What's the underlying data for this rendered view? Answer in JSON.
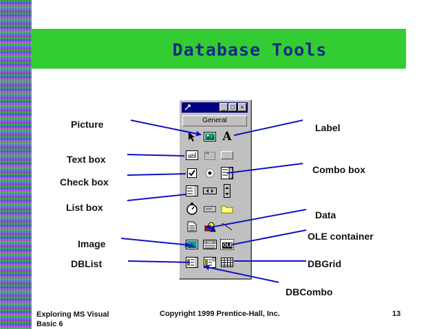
{
  "title": "Database Tools",
  "labels": {
    "picture": "Picture",
    "text_box": "Text box",
    "check_box": "Check box",
    "list_box": "List box",
    "image": "Image",
    "dblist": "DBList",
    "label": "Label",
    "combo_box": "Combo box",
    "data": "Data",
    "ole_container": "OLE container",
    "dbgrid": "DBGrid",
    "dbcombo": "DBCombo"
  },
  "toolbox": {
    "tab_label": "General",
    "window_buttons": [
      "_",
      "□",
      "×"
    ],
    "label_tool_glyph": "A",
    "textbox_tool_glyph": "ab|",
    "ole_tool_glyph": "OLE"
  },
  "footer": {
    "left_line1": "Exploring MS Visual",
    "left_line2": "Basic 6",
    "copyright": "Copyright 1999 Prentice-Hall, Inc.",
    "page_number": "13"
  },
  "colors": {
    "title_band": "#33cc33",
    "title_text": "#0f2a86",
    "arrow": "#1010c0",
    "toolbox_face": "#c0c0c0"
  }
}
